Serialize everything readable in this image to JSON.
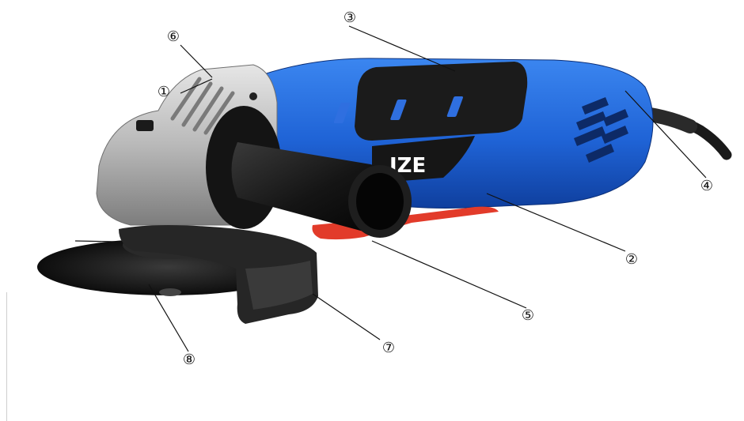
{
  "figure": {
    "brand_mark": "IZE",
    "callouts": [
      {
        "id": "c1",
        "label": "①"
      },
      {
        "id": "c2",
        "label": "②"
      },
      {
        "id": "c3",
        "label": "③"
      },
      {
        "id": "c4",
        "label": "④"
      },
      {
        "id": "c5",
        "label": "⑤"
      },
      {
        "id": "c6",
        "label": "⑥"
      },
      {
        "id": "c7",
        "label": "⑦"
      },
      {
        "id": "c8",
        "label": "⑧"
      }
    ],
    "colors": {
      "body_blue": "#1f63d6",
      "body_blue_dark": "#0f3f9e",
      "grip_black": "#1b1b1b",
      "gear_silver": "#b9b9b9",
      "switch_red": "#e23b2a",
      "handle_black": "#151515",
      "disc_black": "#111111"
    }
  }
}
